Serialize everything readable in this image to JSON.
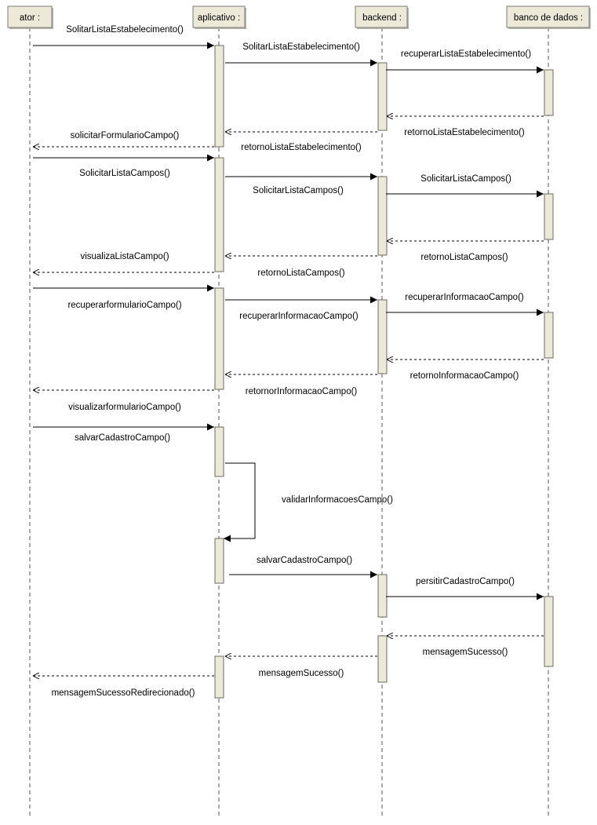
{
  "diagram_type": "sequence",
  "colors": {
    "participant_fill": "#ece9d8",
    "participant_stroke": "#7a7a7a",
    "activation_fill": "#ece9d8",
    "line": "#000000",
    "lifeline": "#555555",
    "text": "#000000"
  },
  "participants": [
    {
      "id": "ator",
      "label": "ator :"
    },
    {
      "id": "app",
      "label": "aplicativo :"
    },
    {
      "id": "backend",
      "label": "backend :"
    },
    {
      "id": "db",
      "label": "banco de dados :"
    }
  ],
  "messages": [
    {
      "from": "ator",
      "to": "app",
      "kind": "sync",
      "label": "SolitarListaEstabelecimento()"
    },
    {
      "from": "app",
      "to": "backend",
      "kind": "sync",
      "label": "SolitarListaEstabelecimento()"
    },
    {
      "from": "backend",
      "to": "db",
      "kind": "sync",
      "label": "recuperarListaEstabelecimento()"
    },
    {
      "from": "db",
      "to": "backend",
      "kind": "return",
      "label": "retornoListaEstabelecimento()"
    },
    {
      "from": "backend",
      "to": "app",
      "kind": "return",
      "label": "retornoListaEstabelecimento()"
    },
    {
      "from": "app",
      "to": "ator",
      "kind": "return",
      "label": "solicitarFormularioCampo()"
    },
    {
      "from": "ator",
      "to": "app",
      "kind": "sync",
      "label": "SolicitarListaCampos()"
    },
    {
      "from": "app",
      "to": "backend",
      "kind": "sync",
      "label": "SolicitarListaCampos()"
    },
    {
      "from": "backend",
      "to": "db",
      "kind": "sync",
      "label": "SolicitarListaCampos()"
    },
    {
      "from": "db",
      "to": "backend",
      "kind": "return",
      "label": "retornoListaCampos()"
    },
    {
      "from": "backend",
      "to": "app",
      "kind": "return",
      "label": "retornoListaCampos()"
    },
    {
      "from": "app",
      "to": "ator",
      "kind": "return",
      "label": "visualizaListaCampo()"
    },
    {
      "from": "ator",
      "to": "app",
      "kind": "sync",
      "label": "recuperarformularioCampo()"
    },
    {
      "from": "app",
      "to": "backend",
      "kind": "sync",
      "label": "recuperarInformacaoCampo()"
    },
    {
      "from": "backend",
      "to": "db",
      "kind": "sync",
      "label": "recuperarInformacaoCampo()"
    },
    {
      "from": "db",
      "to": "backend",
      "kind": "return",
      "label": "retornoInformacaoCampo()"
    },
    {
      "from": "backend",
      "to": "app",
      "kind": "return",
      "label": "retornorInformacaoCampo()"
    },
    {
      "from": "app",
      "to": "ator",
      "kind": "return",
      "label": "visualizarformularioCampo()"
    },
    {
      "from": "ator",
      "to": "app",
      "kind": "sync",
      "label": "salvarCadastroCampo()"
    },
    {
      "from": "app",
      "to": "app",
      "kind": "self",
      "label": "validarInformacoesCampo()"
    },
    {
      "from": "app",
      "to": "backend",
      "kind": "sync",
      "label": "salvarCadastroCampo()"
    },
    {
      "from": "backend",
      "to": "db",
      "kind": "sync",
      "label": "persitirCadastroCampo()"
    },
    {
      "from": "db",
      "to": "backend",
      "kind": "return",
      "label": "mensagemSucesso()"
    },
    {
      "from": "backend",
      "to": "app",
      "kind": "return",
      "label": "mensagemSucesso()"
    },
    {
      "from": "app",
      "to": "ator",
      "kind": "return",
      "label": "mensagemSucessoRedirecionado()"
    }
  ]
}
